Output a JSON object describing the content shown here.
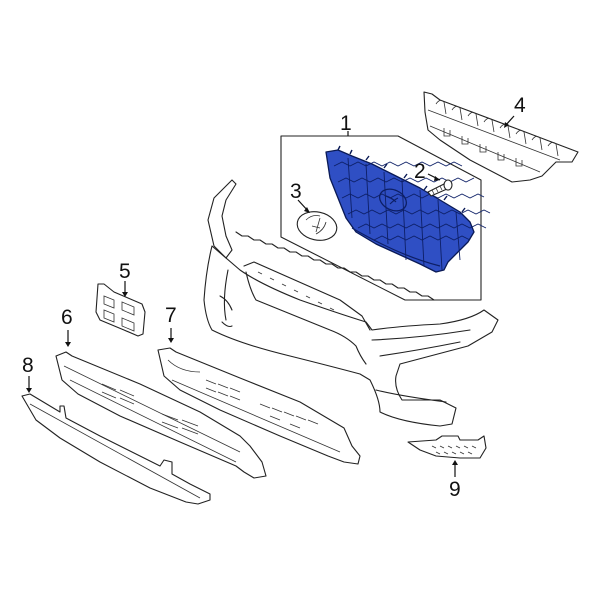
{
  "diagram": {
    "type": "exploded-parts-diagram",
    "subject": "Front bumper & grille components",
    "highlight_color": "#2f4fc4",
    "outline_color": "#222222",
    "highlighted_part": "1"
  },
  "callouts": [
    {
      "id": "1",
      "label": "1",
      "part": "grille-assembly",
      "highlighted": true
    },
    {
      "id": "2",
      "label": "2",
      "part": "screw"
    },
    {
      "id": "3",
      "label": "3",
      "part": "emblem"
    },
    {
      "id": "4",
      "label": "4",
      "part": "upper-absorber-bracket"
    },
    {
      "id": "5",
      "label": "5",
      "part": "license-plate-bracket"
    },
    {
      "id": "6",
      "label": "6",
      "part": "lower-absorber"
    },
    {
      "id": "7",
      "label": "7",
      "part": "lower-grille"
    },
    {
      "id": "8",
      "label": "8",
      "part": "lower-deflector"
    },
    {
      "id": "9",
      "label": "9",
      "part": "side-grille"
    }
  ]
}
